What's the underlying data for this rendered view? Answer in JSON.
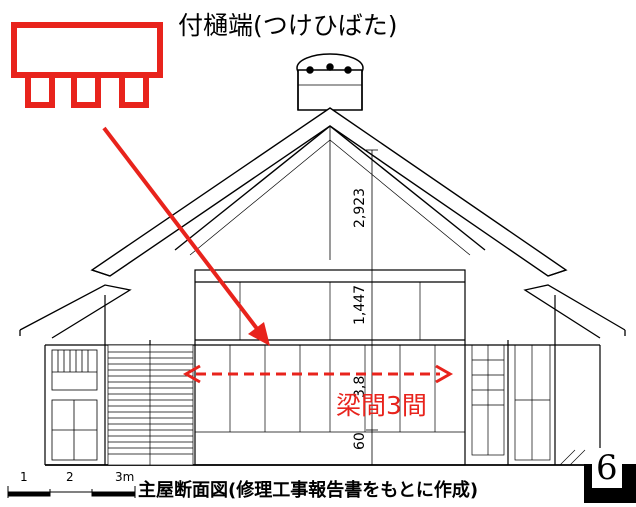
{
  "title": "付樋端(つけひばた)",
  "caption": "主屋断面図(修理工事報告書をもとに作成)",
  "span_label": "梁間3間",
  "dimensions": {
    "upper": "2,923",
    "middle": "1,447",
    "lower": "3,8",
    "base": "60"
  },
  "scale_bar": {
    "marks": [
      "1",
      "2",
      "3m"
    ]
  },
  "page_number": "6",
  "colors": {
    "accent": "#e8231c",
    "ink": "#000000"
  }
}
